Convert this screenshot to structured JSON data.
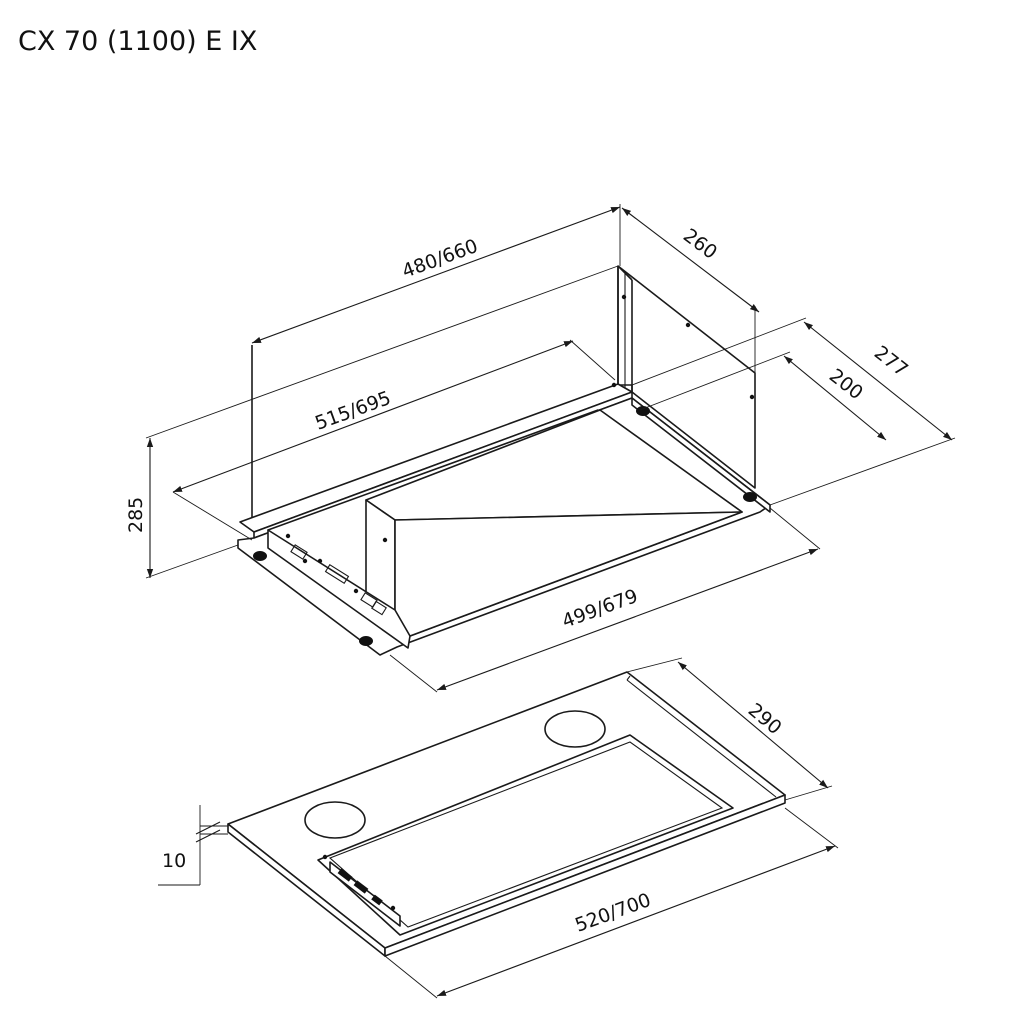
{
  "title": "CX 70 (1100) E IX",
  "dimensions": {
    "top_width": "480/660",
    "top_depth": "260",
    "inner_width": "515/695",
    "outer_depth": "277",
    "inner_depth": "200",
    "height": "285",
    "bottom_width": "499/679",
    "panel_depth": "290",
    "panel_thickness": "10",
    "panel_width": "520/700"
  }
}
